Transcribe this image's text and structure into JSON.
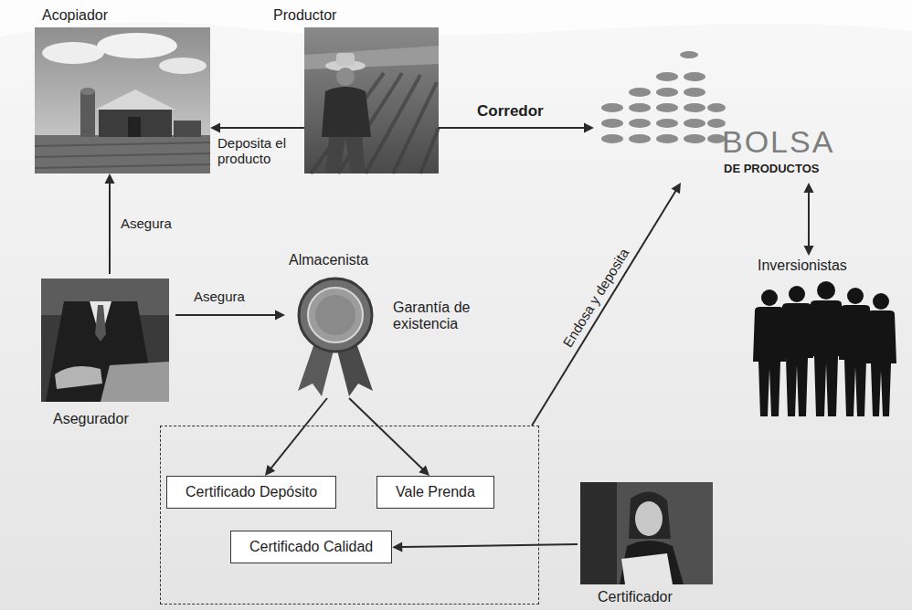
{
  "diagram": {
    "nodes": [
      {
        "text": [
          "Acopiador"
        ]
      },
      {
        "text": [
          "Productor"
        ]
      },
      {
        "text": [
          "BOLSA",
          "DE PRODUCTOS"
        ]
      },
      {
        "text": [
          "Inversionistas"
        ]
      },
      {
        "text": [
          "Asegurador"
        ]
      },
      {
        "text": [
          "Almacenista",
          "Garantía de existencia"
        ]
      },
      {
        "text": []
      },
      {
        "text": [
          "Certificado Depósito"
        ],
        "in": 6
      },
      {
        "text": [
          "Vale Prenda"
        ],
        "in": 6
      },
      {
        "text": [
          "Certificado Calidad"
        ],
        "in": 6
      },
      {
        "text": [
          "Certificador"
        ]
      }
    ],
    "edges": [
      {
        "from": 1,
        "to": 0,
        "arrow": "to",
        "label": "Deposita el producto"
      },
      {
        "from": 1,
        "to": 2,
        "arrow": "to",
        "label": "Corredor"
      },
      {
        "from": 2,
        "to": 3,
        "arrow": "both"
      },
      {
        "from": 4,
        "to": 0,
        "arrow": "to",
        "label": "Asegura"
      },
      {
        "from": 4,
        "to": 5,
        "arrow": "to",
        "label": "Asegura"
      },
      {
        "from": 5,
        "to": 7,
        "arrow": "to"
      },
      {
        "from": 5,
        "to": 8,
        "arrow": "to"
      },
      {
        "from": 10,
        "to": 9,
        "arrow": "to"
      },
      {
        "from": 6,
        "to": 2,
        "arrow": "to",
        "label": "Endosa y deposita"
      }
    ]
  }
}
